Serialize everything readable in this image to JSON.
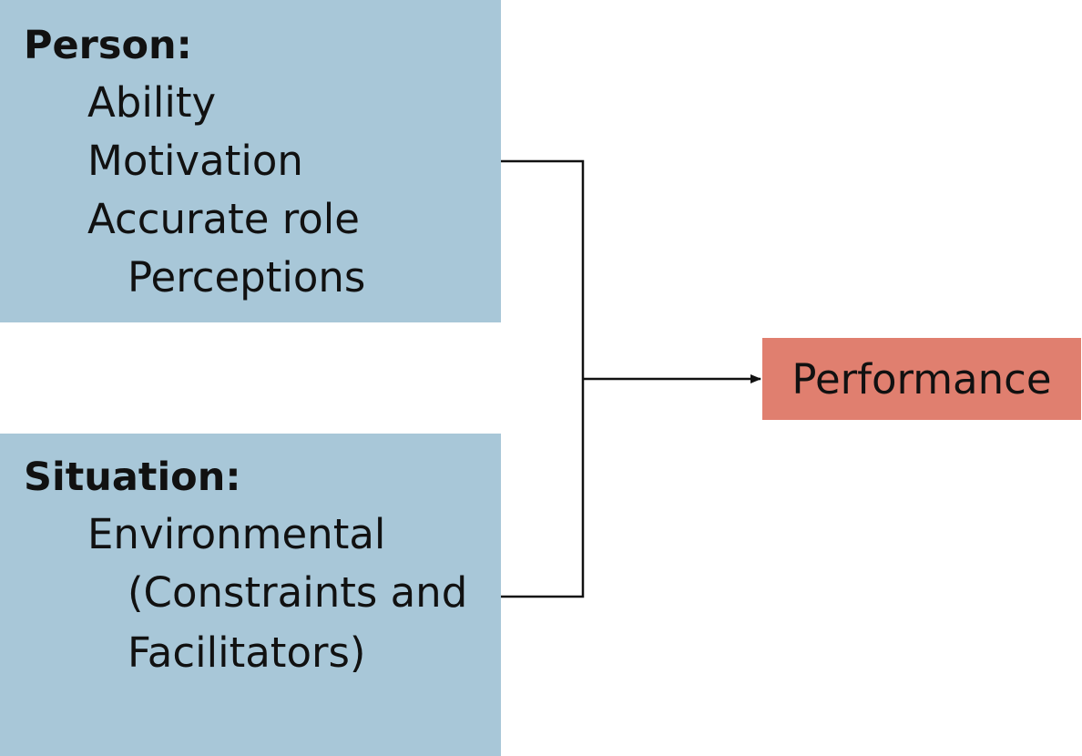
{
  "person": {
    "heading": "Person:",
    "items": [
      "Ability",
      "Motivation",
      "Accurate role",
      "Perceptions"
    ]
  },
  "situation": {
    "heading": "Situation:",
    "items": [
      "Environmental",
      "(Constraints and",
      "Facilitators)"
    ]
  },
  "outcome": {
    "label": "Performance"
  },
  "colors": {
    "input_box": "#a8c7d8",
    "outcome_box": "#e07f6f",
    "connector": "#111111"
  }
}
